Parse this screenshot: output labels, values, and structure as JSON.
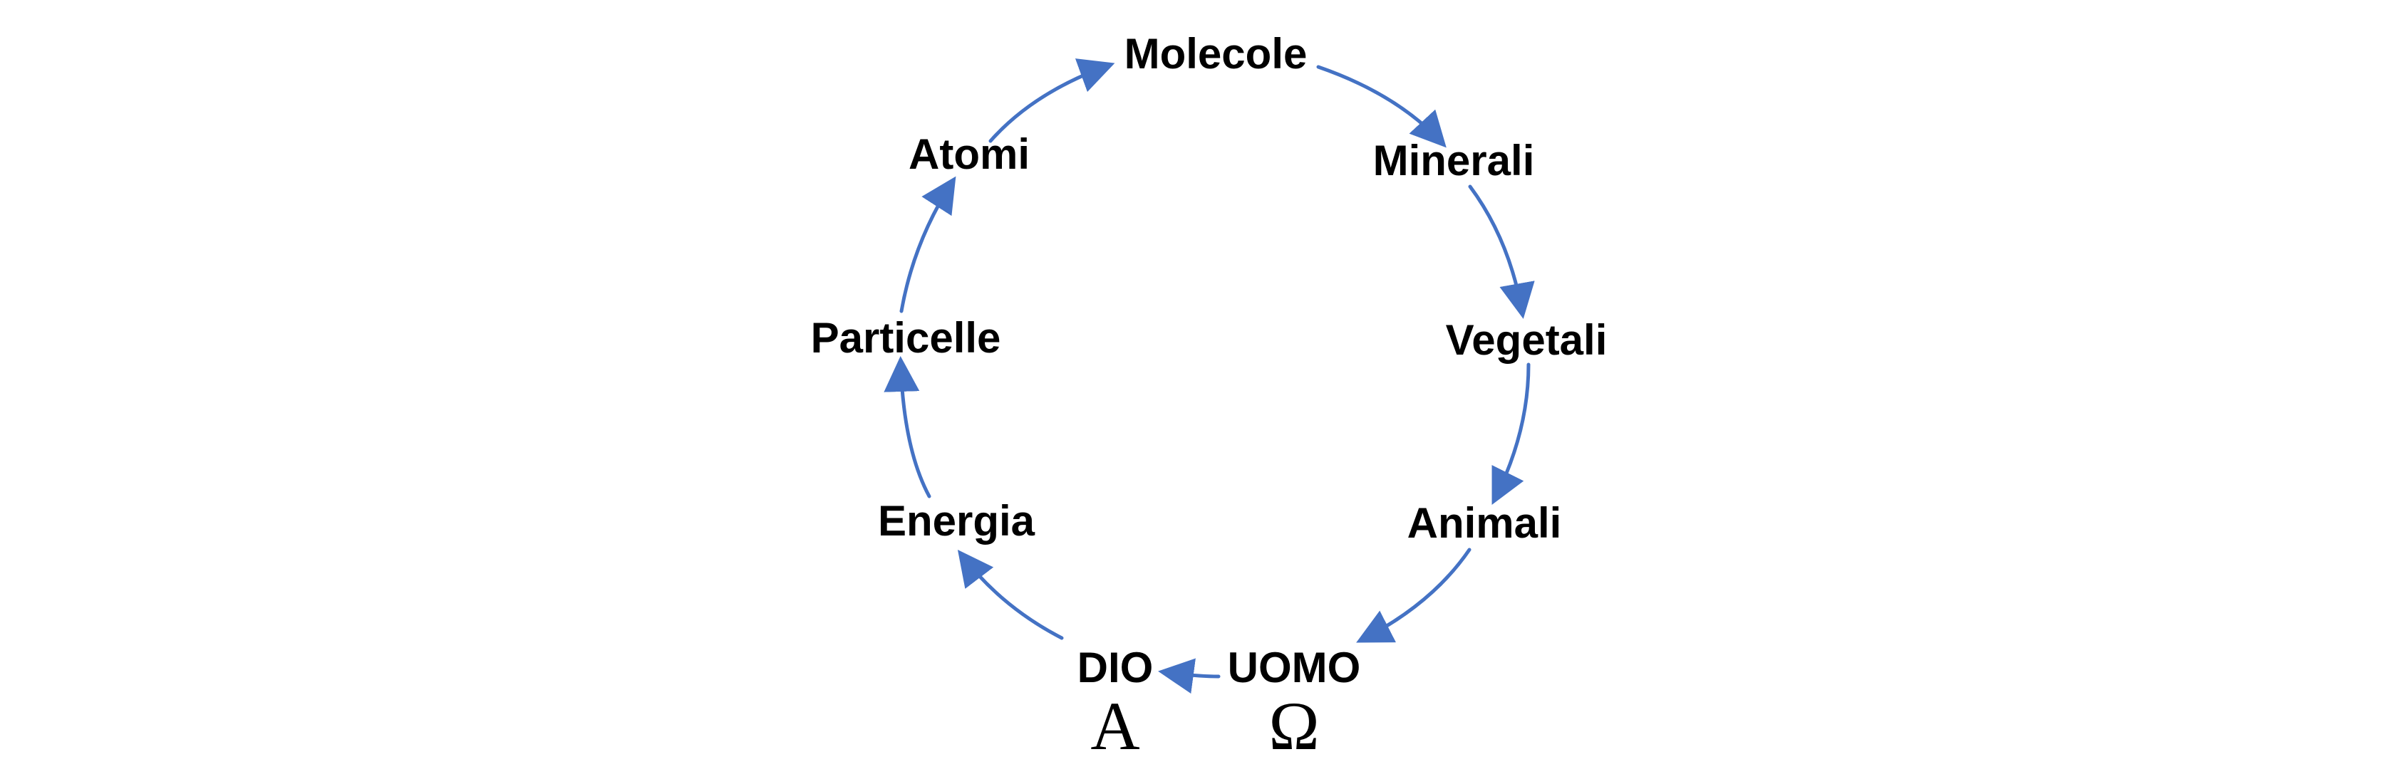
{
  "colors": {
    "arrow": "#4472C4",
    "text": "#000000",
    "background": "#FFFFFF"
  },
  "nodes": {
    "molecole": "Molecole",
    "minerali": "Minerali",
    "vegetali": "Vegetali",
    "animali": "Animali",
    "uomo": "UOMO",
    "dio": "DIO",
    "energia": "Energia",
    "particelle": "Particelle",
    "atomi": "Atomi"
  },
  "symbols": {
    "alpha": "A",
    "omega": "Ω"
  },
  "cycle": [
    "dio",
    "energia",
    "particelle",
    "atomi",
    "molecole",
    "minerali",
    "vegetali",
    "animali",
    "uomo",
    "dio"
  ]
}
